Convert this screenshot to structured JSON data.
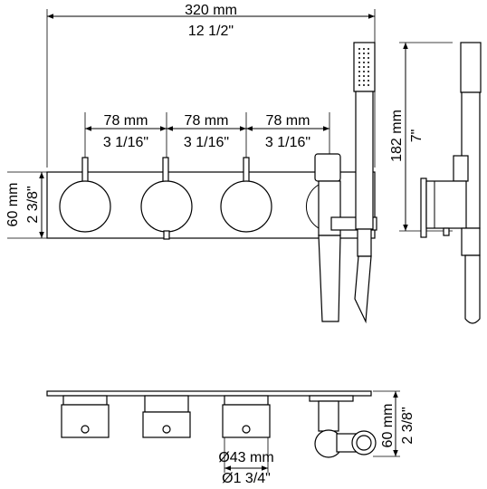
{
  "dimensions": {
    "width_mm": "320 mm",
    "width_in": "12 1/2\"",
    "spacing_mm": "78 mm",
    "spacing_in": "3 1/16\"",
    "plate_height_mm": "60 mm",
    "plate_height_in": "2 3/8\"",
    "hand_shower_mm": "182 mm",
    "hand_shower_in": "7\"",
    "diameter_mm": "Ø43 mm",
    "diameter_in": "Ø1 3/4\"",
    "depth_mm": "60 mm",
    "depth_in": "2 3/8\""
  }
}
